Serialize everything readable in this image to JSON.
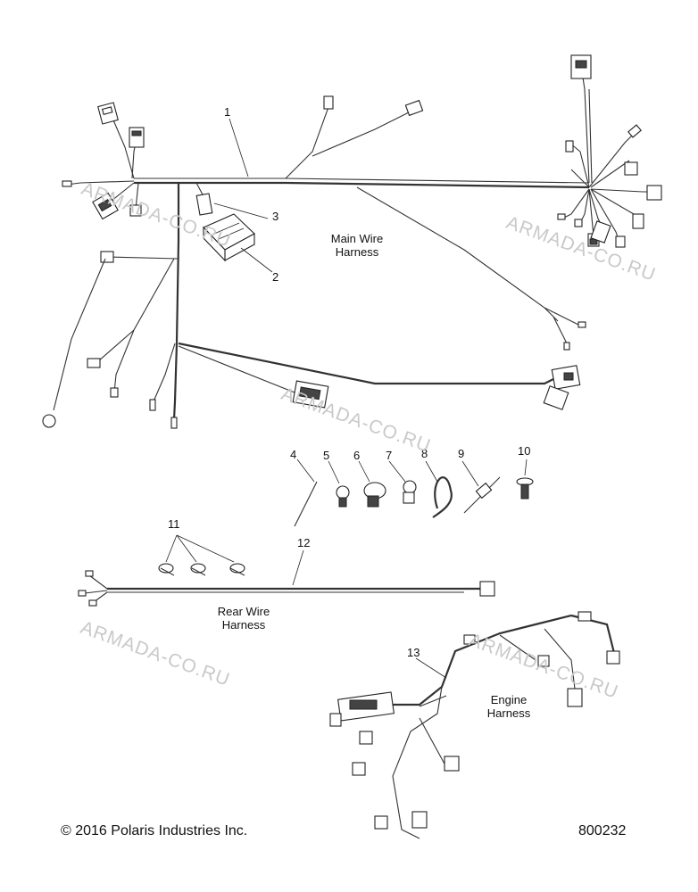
{
  "callouts": [
    "1",
    "2",
    "3",
    "4",
    "5",
    "6",
    "7",
    "8",
    "9",
    "10",
    "11",
    "12",
    "13"
  ],
  "captions": {
    "main_line1": "Main Wire",
    "main_line2": "Harness",
    "rear_line1": "Rear Wire",
    "rear_line2": "Harness",
    "engine_line1": "Engine",
    "engine_line2": "Harness"
  },
  "watermark": "ARMADA-CO.RU",
  "footer": {
    "copyright": "© 2016 Polaris Industries Inc.",
    "figure_number": "800232"
  }
}
